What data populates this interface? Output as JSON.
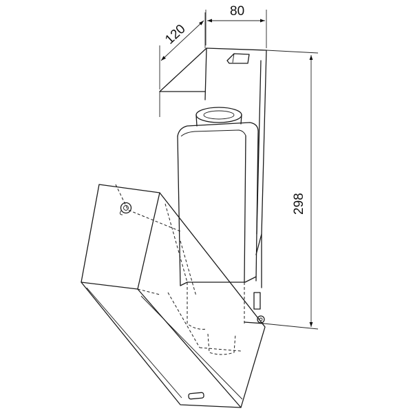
{
  "dimensions": {
    "depth": "80",
    "width": "120",
    "height": "298"
  },
  "colors": {
    "line": "#1a1a1a",
    "background": "#ffffff"
  }
}
